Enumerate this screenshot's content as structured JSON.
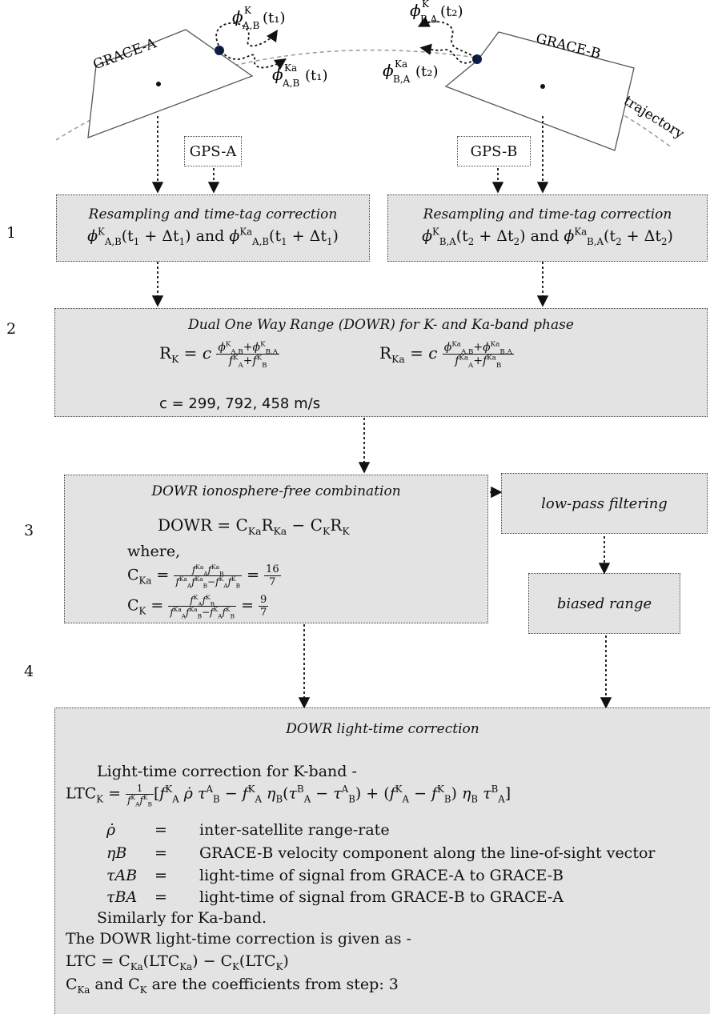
{
  "satellites": {
    "a_label": "GRACE-A",
    "b_label": "GRACE-B",
    "trajectory_label": "trajectory",
    "phase_ab_k": "K",
    "phase_ab_ka": "Ka",
    "phase_ba_k": "K",
    "phase_ba_ka": "Ka",
    "t1": "t1",
    "t2": "t2"
  },
  "gps": {
    "a": "GPS-A",
    "b": "GPS-B"
  },
  "steps": {
    "s1": "1",
    "s2": "2",
    "s3": "3",
    "s4": "4"
  },
  "step1": {
    "title_left": "Resampling and time-tag correction",
    "title_right": "Resampling and time-tag correction",
    "and_word": "and"
  },
  "step2": {
    "title": "Dual One Way Range (DOWR) for K- and Ka-band phase",
    "speed_of_light": "c = 299, 792, 458 m/s"
  },
  "step3": {
    "title": "DOWR ionosphere-free combination",
    "formula": "DOWR = C_Ka R_Ka − C_K R_K",
    "where": "where,",
    "c_ka_value": "16/7",
    "c_k_value": "9/7",
    "low_pass": "low-pass filtering",
    "biased_range": "biased range"
  },
  "step4": {
    "title": "DOWR light-time correction",
    "intro": "Light-time correction for K-band -",
    "defs": [
      {
        "sym": "ρ̇",
        "desc": "inter-satellite range-rate"
      },
      {
        "sym": "ηB",
        "desc": "GRACE-B velocity component along the line-of-sight vector"
      },
      {
        "sym": "τAB",
        "desc": "light-time of signal from GRACE-A to GRACE-B"
      },
      {
        "sym": "τBA",
        "desc": "light-time of signal from GRACE-B to GRACE-A"
      }
    ],
    "similarly": "Similarly for Ka-band.",
    "given": "The DOWR light-time correction is given as -",
    "ltc": "LTC = C_Ka(LTC_Ka) − C_K(LTC_K)",
    "coeff_note": "and",
    "coeff_tail": "are the coefficients from step: 3"
  }
}
